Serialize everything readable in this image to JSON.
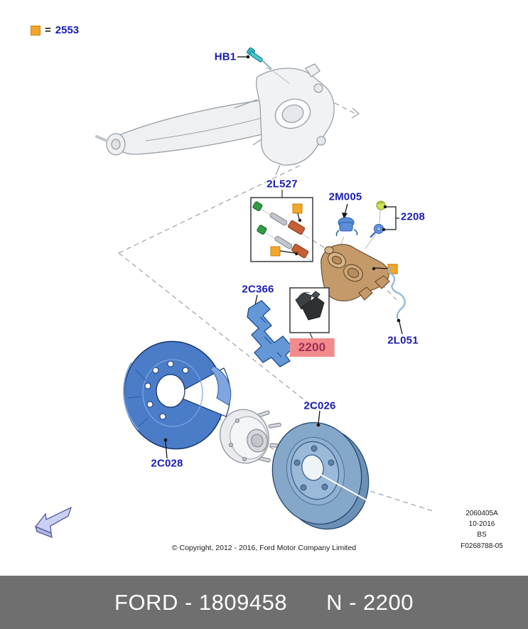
{
  "legend": {
    "equals_sign": "=",
    "part_code": "2553",
    "marker_color": "#F4A62A"
  },
  "parts": {
    "hb1": {
      "label": "HB1"
    },
    "guide_pin_kit": {
      "label": "2L527"
    },
    "bleeder_cap": {
      "label": "2M005"
    },
    "bleeder_screw": {
      "label": "2208"
    },
    "caliper_bracket": {
      "label": "2C366"
    },
    "brake_pads": {
      "label": "2200",
      "highlight_bg": "#F28B8B",
      "highlight_text": "#A12B5B"
    },
    "brake_hose": {
      "label": "2L051"
    },
    "dust_shield": {
      "label": "2C028"
    },
    "brake_rotor": {
      "label": "2C026"
    }
  },
  "label_color": "#1B1BB3",
  "footer": {
    "copyright": "© Copyright, 2012 - 2016, Ford Motor Company Limited",
    "doc_lines": [
      "2060405A",
      "10-2016",
      "BS",
      "F0268788-05"
    ],
    "bar": {
      "left": "FORD - 1809458",
      "right": "N - 2200",
      "bg": "#6F6F6F"
    }
  }
}
